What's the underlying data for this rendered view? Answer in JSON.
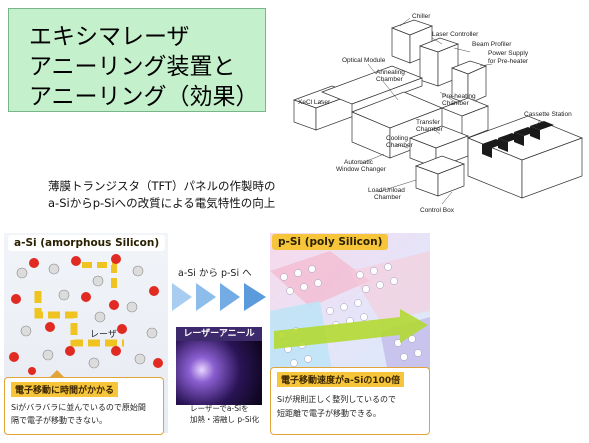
{
  "title": {
    "line1": "エキシマレーザ",
    "line2": "アニーリング装置と",
    "line3": "アニーリング（効果）"
  },
  "schematic": {
    "labels": {
      "chiller": "Chiller",
      "laser_controller": "Laser Controller",
      "beam_profiler": "Beam Profiler",
      "power_supply_1": "Power Supply",
      "power_supply_2": "for Pre-heater",
      "optical_module": "Optical Module",
      "annealing_1": "Annealing",
      "annealing_2": "Chamber",
      "xecl": "XeCl Laser",
      "preheat_1": "Pre-heating",
      "preheat_2": "Chamber",
      "cassette": "Cassette Station",
      "transfer_1": "Transfer",
      "transfer_2": "Chamber",
      "cooling_1": "Cooling",
      "cooling_2": "Chamber",
      "auto_1": "Automatic",
      "auto_2": "Window Changer",
      "load_1": "Load/Unload",
      "load_2": "Chamber",
      "control": "Control Box"
    }
  },
  "subtitle": {
    "line1": "薄膜トランジスタ（TFT）パネルの作製時の",
    "line2": "a-Siからp-Siへの改質による電気特性の向上"
  },
  "bottom": {
    "asi_banner": "a-Si (amorphous Silicon)",
    "psi_banner": "p-Si (poly Silicon)",
    "arrow_label": "a-Si から p-Si へ",
    "laser_label": "レーザ",
    "laser_anneal_title": "レーザーアニール",
    "laser_anneal_caption1": "レーザーでa-Siを",
    "laser_anneal_caption2": "加熱・溶融し p-Si化",
    "asi_note_title": "電子移動に時間がかかる",
    "asi_note_1": "Siがバラバラに並んでいるので原始間",
    "asi_note_2": "隔で電子が移動できない。",
    "psi_note_title": "電子移動速度がa-Siの100倍",
    "psi_note_1": "Siが規則正しく整列しているので",
    "psi_note_2": "短距離で電子が移動できる。"
  }
}
